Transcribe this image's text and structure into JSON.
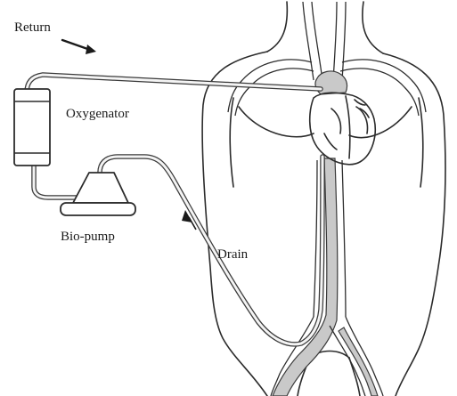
{
  "labels": {
    "return": "Return",
    "oxygenator": "Oxygenator",
    "bio_pump": "Bio-pump",
    "drain": "Drain"
  },
  "colors": {
    "line": "#2b2b2b",
    "vessel_fill": "#c9c9c9",
    "background": "#ffffff"
  }
}
